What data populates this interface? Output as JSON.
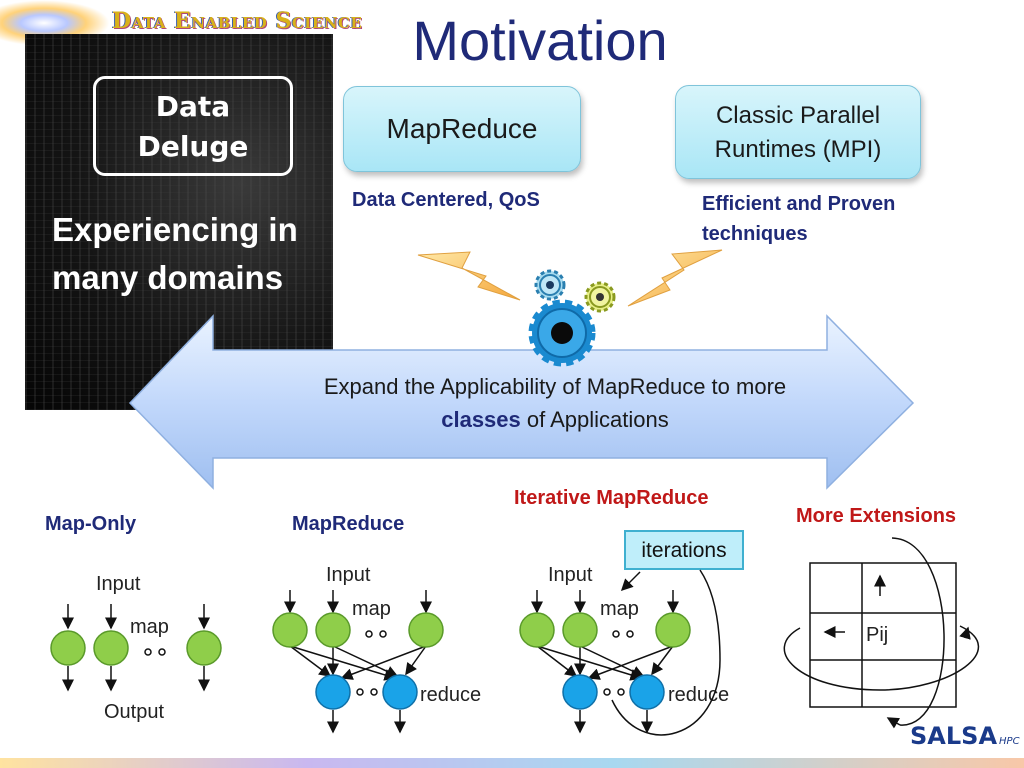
{
  "header": {
    "brand": "Data Enabled Science",
    "title": "Motivation"
  },
  "photo_panel": {
    "box_label": "Data Deluge",
    "caption": "Experiencing in many domains"
  },
  "boxes": {
    "mapreduce": {
      "label": "MapReduce",
      "note": "Data Centered, QoS"
    },
    "classic": {
      "label": "Classic Parallel Runtimes (MPI)",
      "note": "Efficient and Proven techniques"
    }
  },
  "arrow": {
    "line1": "Expand the Applicability of MapReduce to more",
    "emph": "classes",
    "line2_rest": " of Applications"
  },
  "diagrams": {
    "map_only": {
      "title": "Map-Only",
      "input": "Input",
      "map": "map",
      "output": "Output"
    },
    "mapreduce": {
      "title": "MapReduce",
      "input": "Input",
      "map": "map",
      "reduce": "reduce"
    },
    "iterative": {
      "title": "Iterative MapReduce",
      "input": "Input",
      "map": "map",
      "reduce": "reduce",
      "iterations": "iterations"
    },
    "extensions": {
      "title": "More Extensions",
      "cell": "Pij"
    }
  },
  "footer": {
    "logo": "SALSA",
    "logo_sub": "HPC"
  },
  "colors": {
    "navy": "#1f2a78",
    "red": "#c01818",
    "map_node": "#8fce4a",
    "reduce_node": "#1aa3e8"
  }
}
